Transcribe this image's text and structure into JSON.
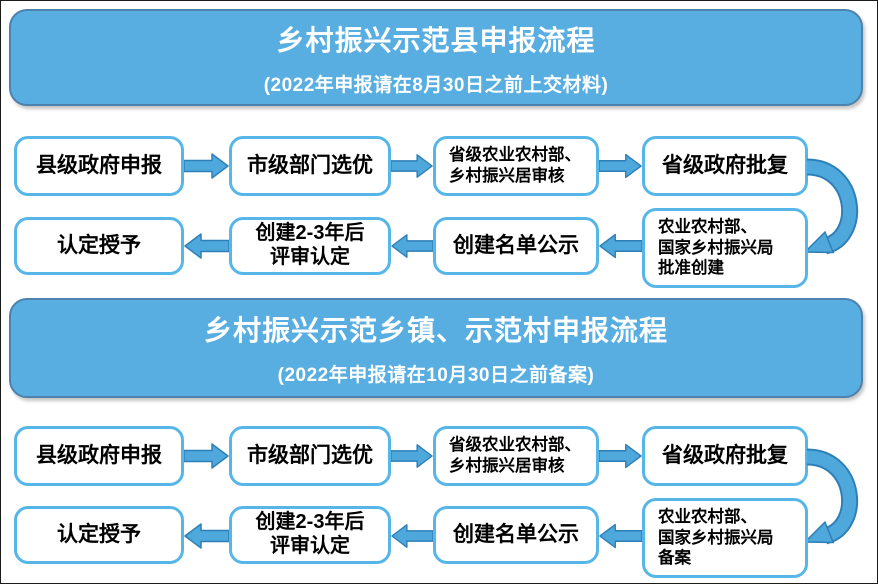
{
  "colors": {
    "header_bg": "#58AEE0",
    "header_border": "#4C82AC",
    "box_border": "#56B6E8",
    "arrow_fill": "#4FA8DC",
    "arrow_stroke": "#2E7FB8",
    "box_text": "#000000",
    "header_text": "#FFFFFF"
  },
  "charts": [
    {
      "title": "乡村振兴示范县申报流程",
      "subtitle": "(2022年申报请在8月30日之前上交材料)",
      "row1": [
        "县级政府申报",
        "市级部门选优",
        "省级农业农村部、\n乡村振兴居审核",
        "省级政府批复"
      ],
      "row2": [
        "认定授予",
        "创建2-3年后\n评审认定",
        "创建名单公示",
        "农业农村部、\n国家乡村振兴局\n批准创建"
      ]
    },
    {
      "title": "乡村振兴示范乡镇、示范村申报流程",
      "subtitle": "(2022年申报请在10月30日之前备案)",
      "row1": [
        "县级政府申报",
        "市级部门选优",
        "省级农业农村部、\n乡村振兴居审核",
        "省级政府批复"
      ],
      "row2": [
        "认定授予",
        "创建2-3年后\n评审认定",
        "创建名单公示",
        "农业农村部、\n国家乡村振兴局\n备案"
      ]
    }
  ]
}
